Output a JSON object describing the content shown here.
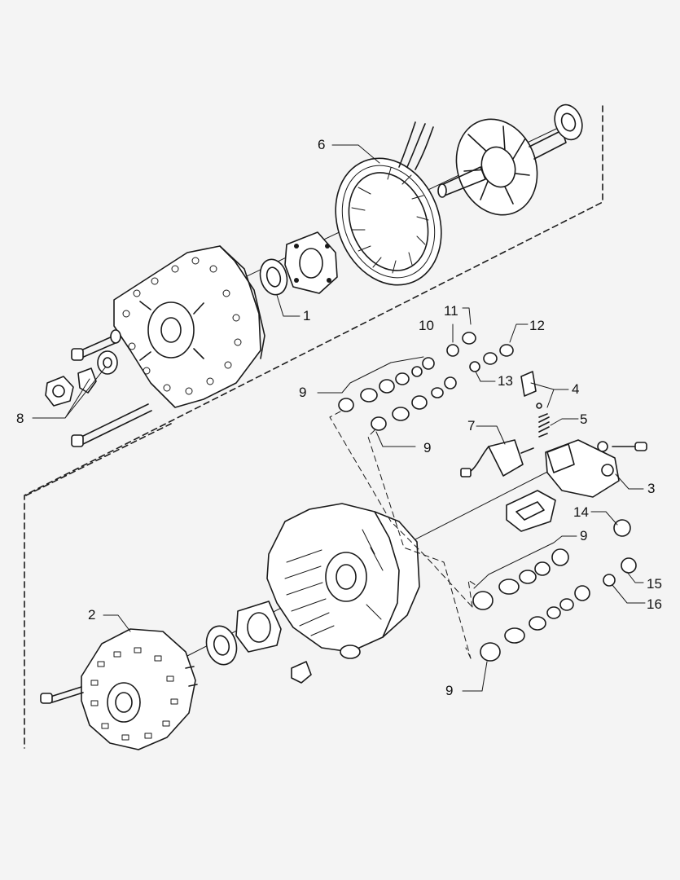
{
  "diagram": {
    "callouts": [
      {
        "id": "1",
        "text": "1"
      },
      {
        "id": "2",
        "text": "2"
      },
      {
        "id": "3",
        "text": "3"
      },
      {
        "id": "4",
        "text": "4"
      },
      {
        "id": "5",
        "text": "5"
      },
      {
        "id": "6",
        "text": "6"
      },
      {
        "id": "7",
        "text": "7"
      },
      {
        "id": "8",
        "text": "8"
      },
      {
        "id": "9a",
        "text": "9"
      },
      {
        "id": "9b",
        "text": "9"
      },
      {
        "id": "9c",
        "text": "9"
      },
      {
        "id": "9d",
        "text": "9"
      },
      {
        "id": "10",
        "text": "10"
      },
      {
        "id": "11",
        "text": "11"
      },
      {
        "id": "12",
        "text": "12"
      },
      {
        "id": "13",
        "text": "13"
      },
      {
        "id": "14",
        "text": "14"
      },
      {
        "id": "15",
        "text": "15"
      },
      {
        "id": "16",
        "text": "16"
      }
    ]
  }
}
